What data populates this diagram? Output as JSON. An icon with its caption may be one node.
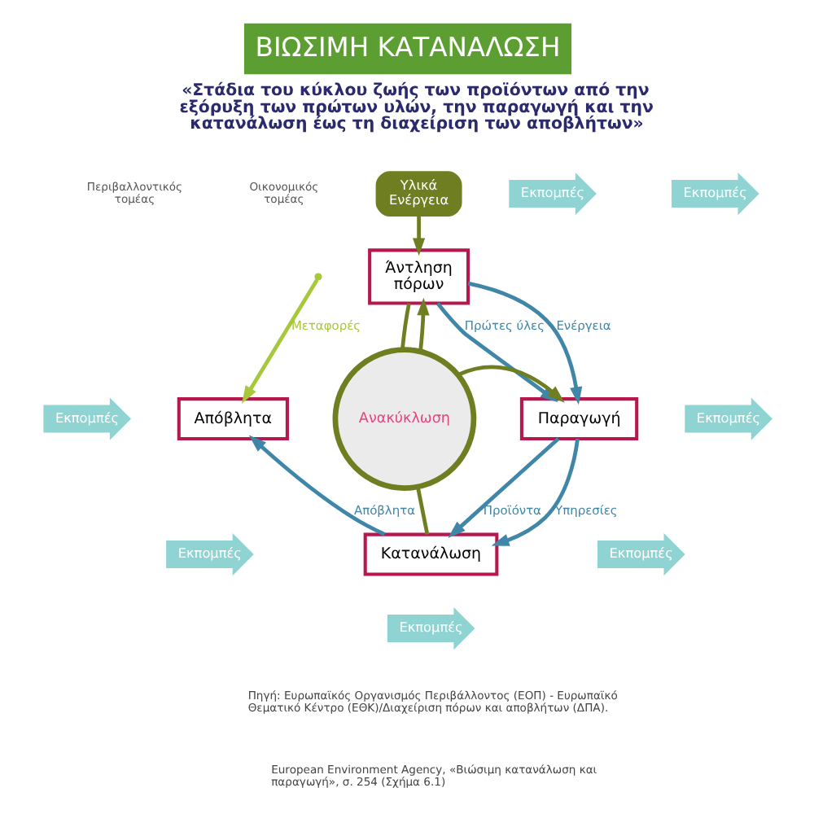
{
  "diagram": {
    "title": "ΒΙΩΣΙΜΗ ΚΑΤΑΝΑΛΩΣΗ",
    "nodes": [
      {
        "text": [
          "Εκπομπές"
        ]
      },
      {
        "text": [
          "Υλικά Ενέργεια"
        ]
      },
      {
        "text": [
          "Άντληση πόρων"
        ]
      },
      {
        "text": [
          "Εκπομπές"
        ]
      },
      {
        "text": [
          "Εκπομπές"
        ]
      },
      {
        "text": [
          "Απόβλητα"
        ]
      },
      {
        "text": [
          "Ανακύκλωση"
        ]
      },
      {
        "text": [
          "Παραγωγή"
        ]
      },
      {
        "text": [
          "Εκπομπές"
        ]
      },
      {
        "text": [
          "Κατανάλωση"
        ]
      },
      {
        "text": [
          "Εκπομπές"
        ]
      },
      {
        "text": [
          "Εκπομπές"
        ]
      },
      {
        "text": [
          "Εκπομπές"
        ]
      }
    ],
    "edges": [
      {
        "from": 1,
        "to": 2,
        "arrow": "to",
        "color": "#707e22"
      },
      {
        "from": 2,
        "to": 7,
        "arrow": "to",
        "label": "Πρώτες ύλες",
        "color": "#3f86a8"
      },
      {
        "from": 2,
        "to": 7,
        "arrow": "to",
        "label": "Ενέργεια",
        "color": "#3f86a8"
      },
      {
        "from": 7,
        "to": 9,
        "arrow": "to",
        "label": "Προϊόντα",
        "color": "#3f86a8"
      },
      {
        "from": 7,
        "to": 9,
        "arrow": "to",
        "label": "Υπηρεσίες",
        "color": "#3f86a8"
      },
      {
        "from": 9,
        "to": 5,
        "arrow": "to",
        "label": "Απόβλητα",
        "color": "#3f86a8"
      },
      {
        "from": null,
        "to": 5,
        "arrow": "to",
        "label": "Μεταφορές",
        "color": "#a8c83c"
      },
      {
        "from": 6,
        "to": 2,
        "arrow": "to",
        "color": "#707e22"
      },
      {
        "from": 2,
        "to": 6,
        "arrow": "none",
        "color": "#707e22"
      },
      {
        "from": 6,
        "to": 7,
        "arrow": "to",
        "color": "#707e22"
      },
      {
        "from": 9,
        "to": 6,
        "arrow": "none",
        "color": "#707e22"
      }
    ],
    "labels": [
      "«Στάδια του κύκλου ζωής των προϊόντων από την εξόρυξη των πρώτων υλών, την παραγωγή και την κατανάλωση έως τη διαχείριση των αποβλήτων»",
      "Περιβαλλοντικός τομέας",
      "Οικονομικός τομέας",
      "Πηγή: Ευρωπαϊκός Οργανισμός Περιβάλλοντος (ΕΟΠ) - Ευρωπαϊκό Θεματικό Κέντρο (ΕΘΚ)/Διαχείριση πόρων και αποβλήτων (ΔΠΑ).",
      "European Environment Agency, «Βιώσιμη κατανάλωση και παραγωγή», σ. 254 (Σχήμα 6.1)"
    ]
  }
}
